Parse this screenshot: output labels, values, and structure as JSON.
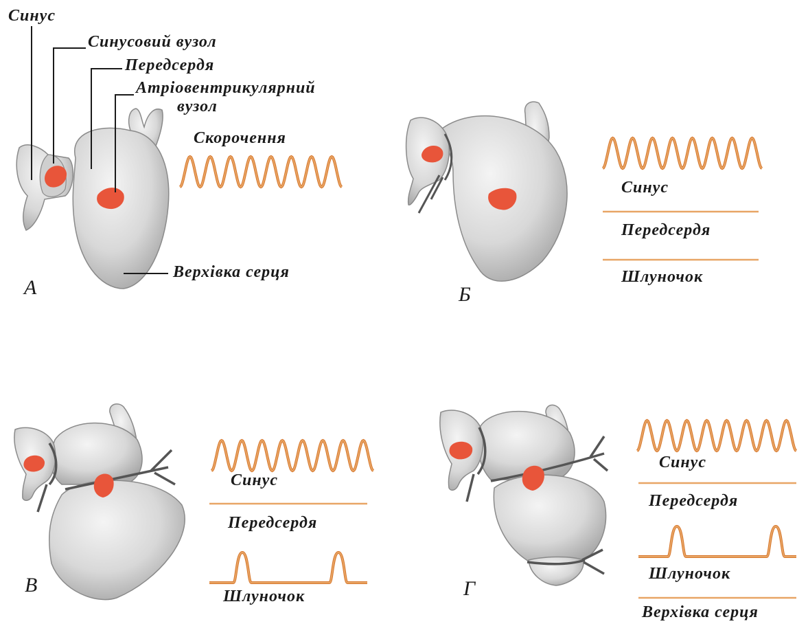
{
  "panel_a": {
    "letter": "А",
    "labels": {
      "sinus": "Синус",
      "sinus_node": "Синусовий вузол",
      "atrium": "Передсердя",
      "av_node_line1": "Атріовентрикулярний",
      "av_node_line2": "вузол",
      "contraction": "Скорочення",
      "apex": "Верхівка серця"
    }
  },
  "panel_b": {
    "letter": "Б",
    "labels": {
      "sinus": "Синус",
      "atrium": "Передсердя",
      "ventricle": "Шлуночок"
    }
  },
  "panel_v": {
    "letter": "В",
    "labels": {
      "sinus": "Синус",
      "atrium": "Передсердя",
      "ventricle": "Шлуночок"
    }
  },
  "panel_g": {
    "letter": "Г",
    "labels": {
      "sinus": "Синус",
      "atrium": "Передсердя",
      "ventricle": "Шлуночок",
      "apex": "Верхівка серця"
    }
  },
  "colors": {
    "wave": "#e8a565",
    "wave_edge": "#d7782e",
    "node": "#e8553a",
    "heart_fill": "#d9d9d9",
    "heart_edge": "#8a8a8a",
    "ligature": "#555555"
  }
}
